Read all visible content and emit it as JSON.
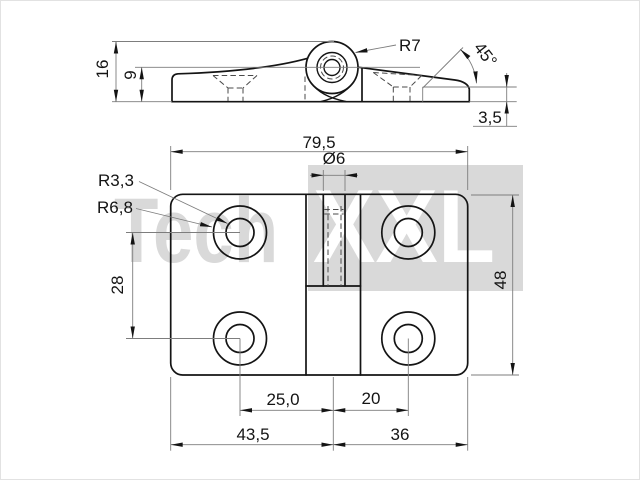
{
  "watermark": {
    "text_gray": "Tech",
    "text_knockout": "XXL"
  },
  "colors": {
    "outline": "#141414",
    "dimension_lines": "#7d7d7d",
    "watermark": "#d9d9d9",
    "background": "#ffffff"
  },
  "top_view": {
    "labels": {
      "total_height": "16",
      "pivot_height": "9",
      "knuckle_radius": "R7",
      "chamfer_angle": "45°",
      "end_thickness": "3,5"
    }
  },
  "front_view": {
    "labels": {
      "total_width": "79,5",
      "center_hole_diameter": "Ø6",
      "hole_inner_radius": "R3,3",
      "hole_outer_radius": "R6,8",
      "hole_vertical_spacing": "28",
      "total_height": "48",
      "left_hole_to_center": "25,0",
      "center_to_right_hole": "20",
      "left_edge_to_center": "43,5",
      "center_to_right_edge": "36"
    }
  }
}
